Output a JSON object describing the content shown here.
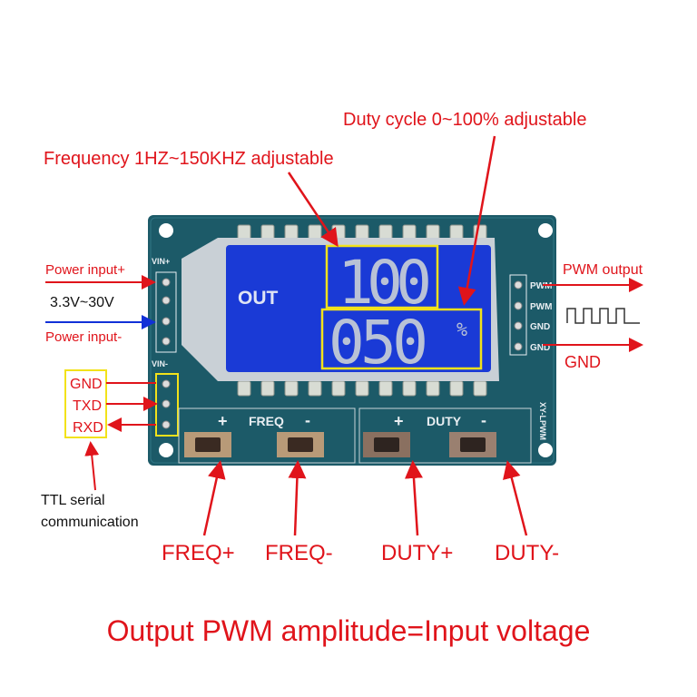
{
  "annotations": {
    "duty_cycle": "Duty cycle 0~100% adjustable",
    "frequency": "Frequency 1HZ~150KHZ adjustable",
    "power_input_plus": "Power input+",
    "voltage_range": "3.3V~30V",
    "power_input_minus": "Power input-",
    "gnd_left": "GND",
    "txd": "TXD",
    "rxd": "RXD",
    "ttl_line1": "TTL serial",
    "ttl_line2": "communication",
    "pwm_output": "PWM output",
    "gnd_right": "GND",
    "freq_plus": "FREQ+",
    "freq_minus": "FREQ-",
    "duty_plus": "DUTY+",
    "duty_minus": "DUTY-",
    "footer": "Output PWM amplitude=Input voltage"
  },
  "board": {
    "vin_plus": "VIN+",
    "vin_minus": "VIN-",
    "right_pins": [
      "PWM",
      "PWM",
      "GND",
      "GND"
    ],
    "freq_plus": "+",
    "freq_label": "FREQ",
    "freq_minus": "-",
    "duty_plus": "+",
    "duty_label": "DUTY",
    "duty_minus": "-",
    "model": "XY-LPWM"
  },
  "lcd": {
    "out_label": "OUT",
    "frequency_value": "100",
    "duty_value": "050",
    "percent": "%"
  },
  "colors": {
    "annotation": "#e0141b",
    "board": "#1c5a68",
    "lcd": "#1a3ad6",
    "highlight": "#f2e21a"
  }
}
